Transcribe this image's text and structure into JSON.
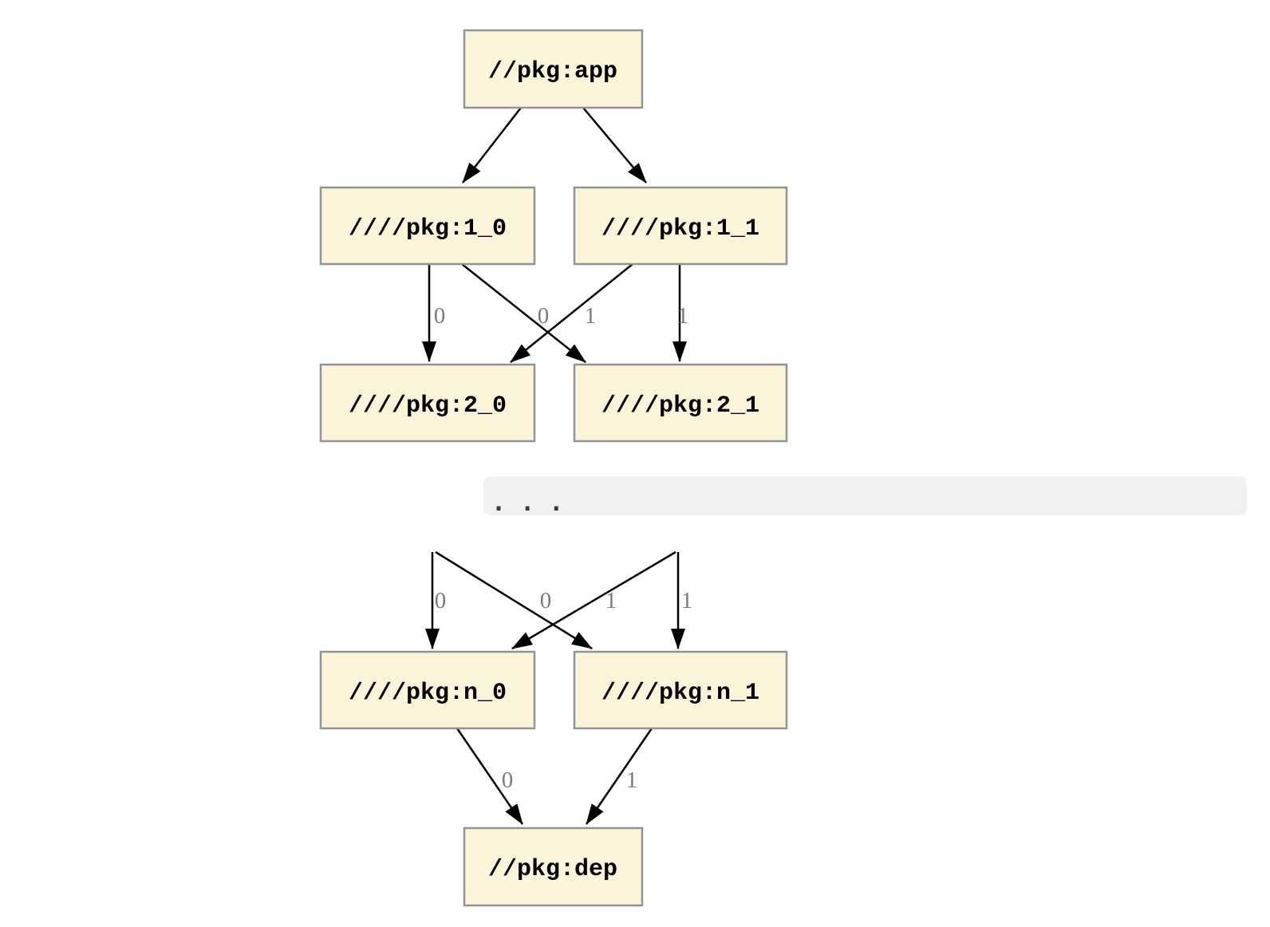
{
  "graph": {
    "colors": {
      "page_bg": "#ffffff",
      "node_fill": "#fcf4d8",
      "node_border": "#8f9494",
      "edge_color": "#000000",
      "edge_label_color": "#7b7b7b",
      "band_fill": "#f1f1f2",
      "band_text_color": "#3a3a3a"
    },
    "nodes": {
      "app": "//pkg:app",
      "l1_0": "////pkg:1_0",
      "l1_1": "////pkg:1_1",
      "l2_0": "////pkg:2_0",
      "l2_1": "////pkg:2_1",
      "ln_0": "////pkg:n_0",
      "ln_1": "////pkg:n_1",
      "dep": "//pkg:dep"
    },
    "edge_labels": {
      "row1_to_row2": [
        "0",
        "0",
        "1",
        "1"
      ],
      "hidden_to_rown": [
        "0",
        "0",
        "1",
        "1"
      ],
      "rown_to_dep": [
        "0",
        "1"
      ]
    },
    "ellipsis": ".  .  ."
  }
}
